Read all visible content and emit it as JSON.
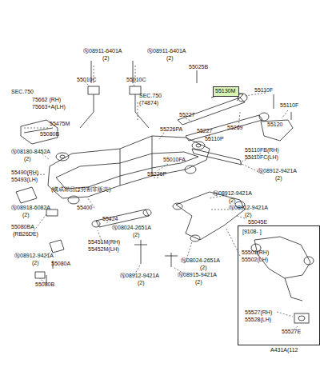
{
  "diagram": {
    "nodes": [
      {
        "text": [
          "[9108-  ]",
          "55527(RH)",
          "55528(LH)",
          "55527E"
        ]
      },
      {
        "text": [
          "55130M"
        ]
      }
    ],
    "labels": [
      "SEC.750",
      "75662 (RH)",
      "75663+A(LH)",
      "Ⓝ08911-6401A",
      "(2)",
      "Ⓝ08911-6401A",
      "(2)",
      "55010C",
      "55010C",
      "55025B",
      "SEC.750",
      "(74874)",
      "55475M",
      "55080B",
      "55226PA",
      "55227",
      "55227",
      "55269",
      "55110F",
      "55110F",
      "55120",
      "55110P",
      "Ⓝ08180-8452A",
      "(2)",
      "55490(RH)",
      "55493(LH)",
      "55010FA",
      "55110FB(RH)",
      "55110FC(LH)",
      "Ⓝ08912-9421A",
      "(2)",
      "55226P",
      "Ⓝ08912-9421A",
      "(2)",
      "Ⓝ08912-9421A",
      "(2)",
      "55045E",
      "55400",
      "(構成部品は分割非販売)",
      "55424",
      "Ⓝ08918-6082A",
      "(2)",
      "55080BA",
      "(RB26DE)",
      "Ⓝ08024-2651A",
      "(2)",
      "55451M(RH)",
      "55452M(LH)",
      "Ⓝ08912-9421A",
      "(2)",
      "55080A",
      "Ⓝ08024-2651A",
      "(2)",
      "55501(RH)",
      "55502(LH)",
      "Ⓝ08912-9421A",
      "(2)",
      "Ⓝ08915-9421A",
      "(2)",
      "55080B",
      "A431A(112"
    ]
  }
}
